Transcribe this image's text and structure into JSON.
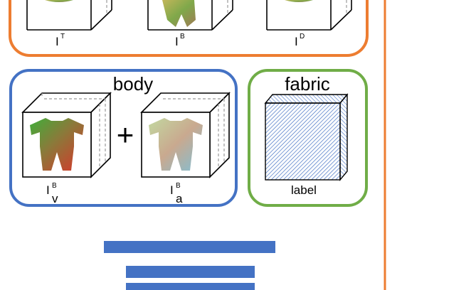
{
  "top_group": {
    "color": "#ed7d31",
    "labels": [
      {
        "main": "I",
        "sup": "T"
      },
      {
        "main": "I",
        "sup": "B"
      },
      {
        "main": "I",
        "sup": "D"
      }
    ]
  },
  "body_group": {
    "title": "body",
    "color": "#4472c4",
    "operator": "+",
    "labels": [
      {
        "main": "I",
        "sup": "B",
        "sub": "v"
      },
      {
        "main": "I",
        "sup": "B",
        "sub": "a"
      }
    ]
  },
  "fabric_group": {
    "title": "fabric",
    "color": "#70ad47",
    "cube_label": "label",
    "hatch_color": "#4472c4"
  },
  "bars_color": "#4472c4",
  "right_line_color": "#ed7d31"
}
